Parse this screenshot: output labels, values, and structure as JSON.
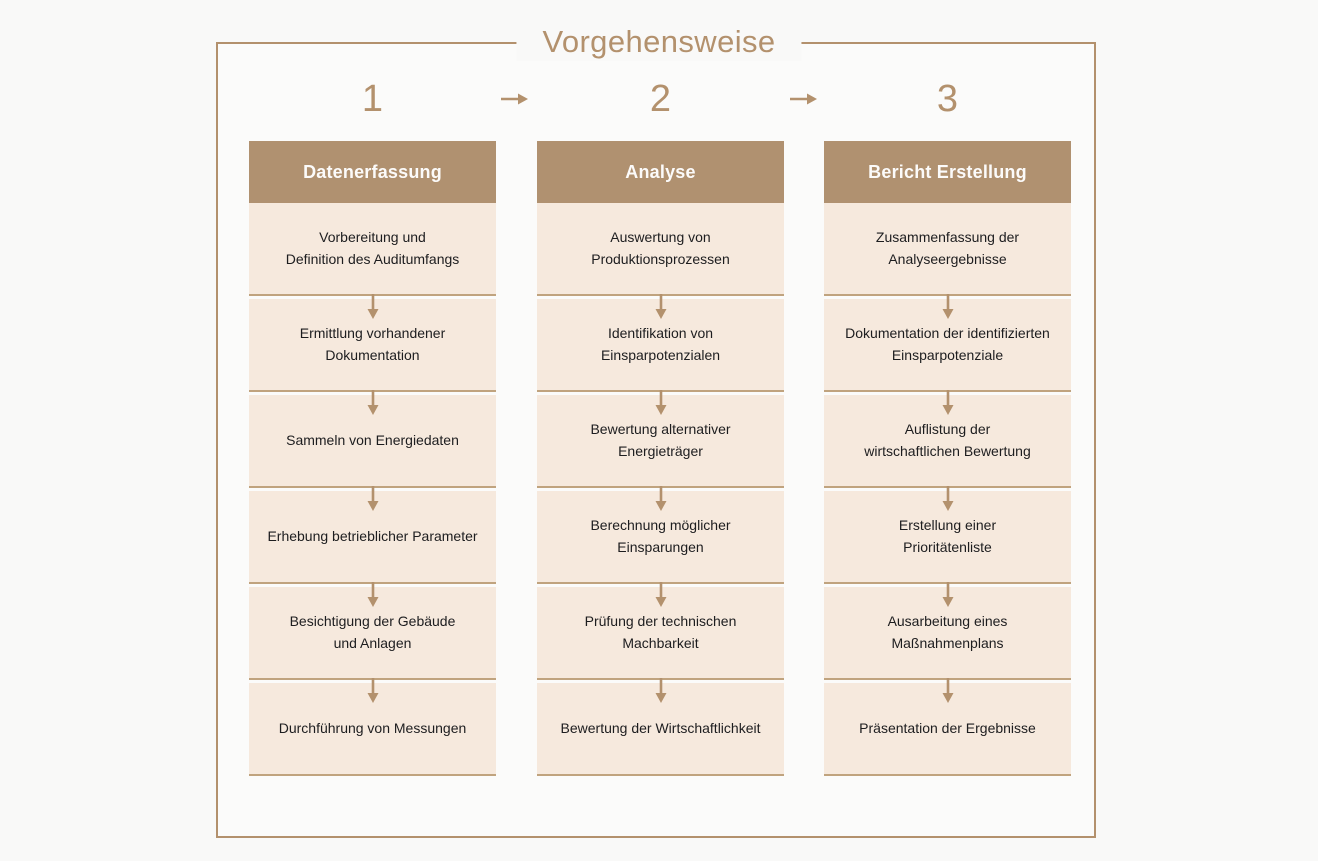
{
  "colors": {
    "page_bg": "#f9f9f8",
    "frame_bg": "#fbfbfa",
    "accent": "#b3916d",
    "header_bg": "#b09170",
    "box_bg": "#f6e9dd",
    "box_border": "#c0a37e",
    "step_text": "#1d1d1f",
    "header_text": "#fcfbfa"
  },
  "title": "Vorgehensweise",
  "columns": [
    {
      "number": "1",
      "header": "Datenerfassung",
      "steps": [
        "Vorbereitung und\nDefinition des Auditumfangs",
        "Ermittlung vorhandener\nDokumentation",
        "Sammeln von Energiedaten",
        "Erhebung betrieblicher Parameter",
        "Besichtigung der Gebäude\nund Anlagen",
        "Durchführung von Messungen"
      ]
    },
    {
      "number": "2",
      "header": "Analyse",
      "steps": [
        "Auswertung von\nProduktionsprozessen",
        "Identifikation von\nEinsparpotenzialen",
        "Bewertung alternativer\nEnergieträger",
        "Berechnung möglicher\nEinsparungen",
        "Prüfung der technischen\nMachbarkeit",
        "Bewertung der Wirtschaftlichkeit"
      ]
    },
    {
      "number": "3",
      "header": "Bericht Erstellung",
      "steps": [
        "Zusammenfassung der\nAnalyseergebnisse",
        "Dokumentation der identifizierten\nEinsparpotenziale",
        "Auflistung der\nwirtschaftlichen Bewertung",
        "Erstellung einer\nPrioritätenliste",
        "Ausarbeitung eines\nMaßnahmenplans",
        "Präsentation der Ergebnisse"
      ]
    }
  ]
}
